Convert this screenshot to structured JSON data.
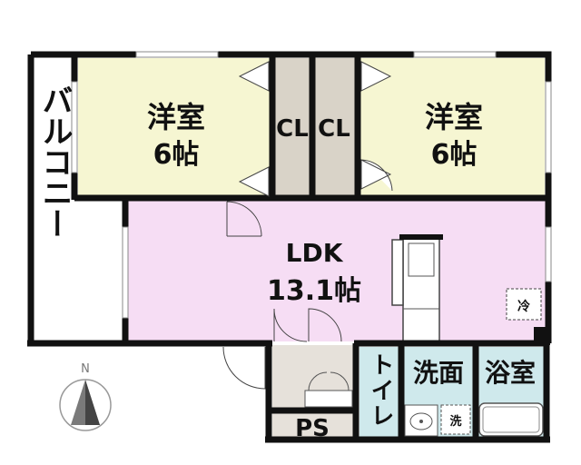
{
  "rooms": {
    "west_bedroom": {
      "name": "洋室",
      "size": "6帖"
    },
    "east_bedroom": {
      "name": "洋室",
      "size": "6帖"
    },
    "closet_left": {
      "name": "CL"
    },
    "closet_right": {
      "name": "CL"
    },
    "ldk": {
      "name": "LDK",
      "size": "13.1帖"
    },
    "balcony": {
      "name": "バルコニー"
    },
    "toilet": {
      "name": "トイレ"
    },
    "washroom": {
      "name": "洗面"
    },
    "bathroom": {
      "name": "浴室"
    },
    "pipe_space": {
      "name": "PS"
    },
    "refrigerator_space": {
      "name": "冷"
    },
    "washer_space": {
      "name": "洗"
    }
  },
  "compass": {
    "north": "N"
  },
  "colors": {
    "bedroom": "#f6f6d2",
    "ldk": "#f6ddf4",
    "closet": "#d9d3c8",
    "wet_area": "#cfe9ec",
    "entrance": "#e6e1da",
    "wall": "#111111"
  }
}
